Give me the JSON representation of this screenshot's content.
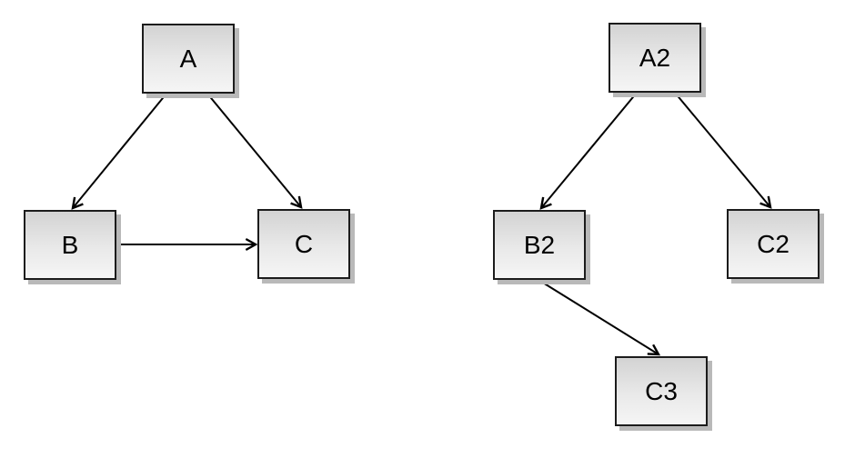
{
  "page": {
    "background_color": "#ffffff"
  },
  "styles": {
    "node_border_color": "#1c1c1c",
    "node_fill_top": "#d3d3d3",
    "node_fill_bottom": "#f5f5f5",
    "node_shadow_color": "#b9b9b9",
    "arrow_color": "#000000",
    "label_color": "#000000"
  },
  "diagrams": [
    {
      "name": "left-graph",
      "nodes": [
        {
          "id": "A",
          "label": "A"
        },
        {
          "id": "B",
          "label": "B"
        },
        {
          "id": "C",
          "label": "C"
        }
      ],
      "edges": [
        {
          "from": "A",
          "to": "B"
        },
        {
          "from": "A",
          "to": "C"
        },
        {
          "from": "B",
          "to": "C"
        }
      ]
    },
    {
      "name": "right-graph",
      "nodes": [
        {
          "id": "A2",
          "label": "A2"
        },
        {
          "id": "B2",
          "label": "B2"
        },
        {
          "id": "C2",
          "label": "C2"
        },
        {
          "id": "C3",
          "label": "C3"
        }
      ],
      "edges": [
        {
          "from": "A2",
          "to": "B2"
        },
        {
          "from": "A2",
          "to": "C2"
        },
        {
          "from": "B2",
          "to": "C3"
        }
      ]
    }
  ]
}
